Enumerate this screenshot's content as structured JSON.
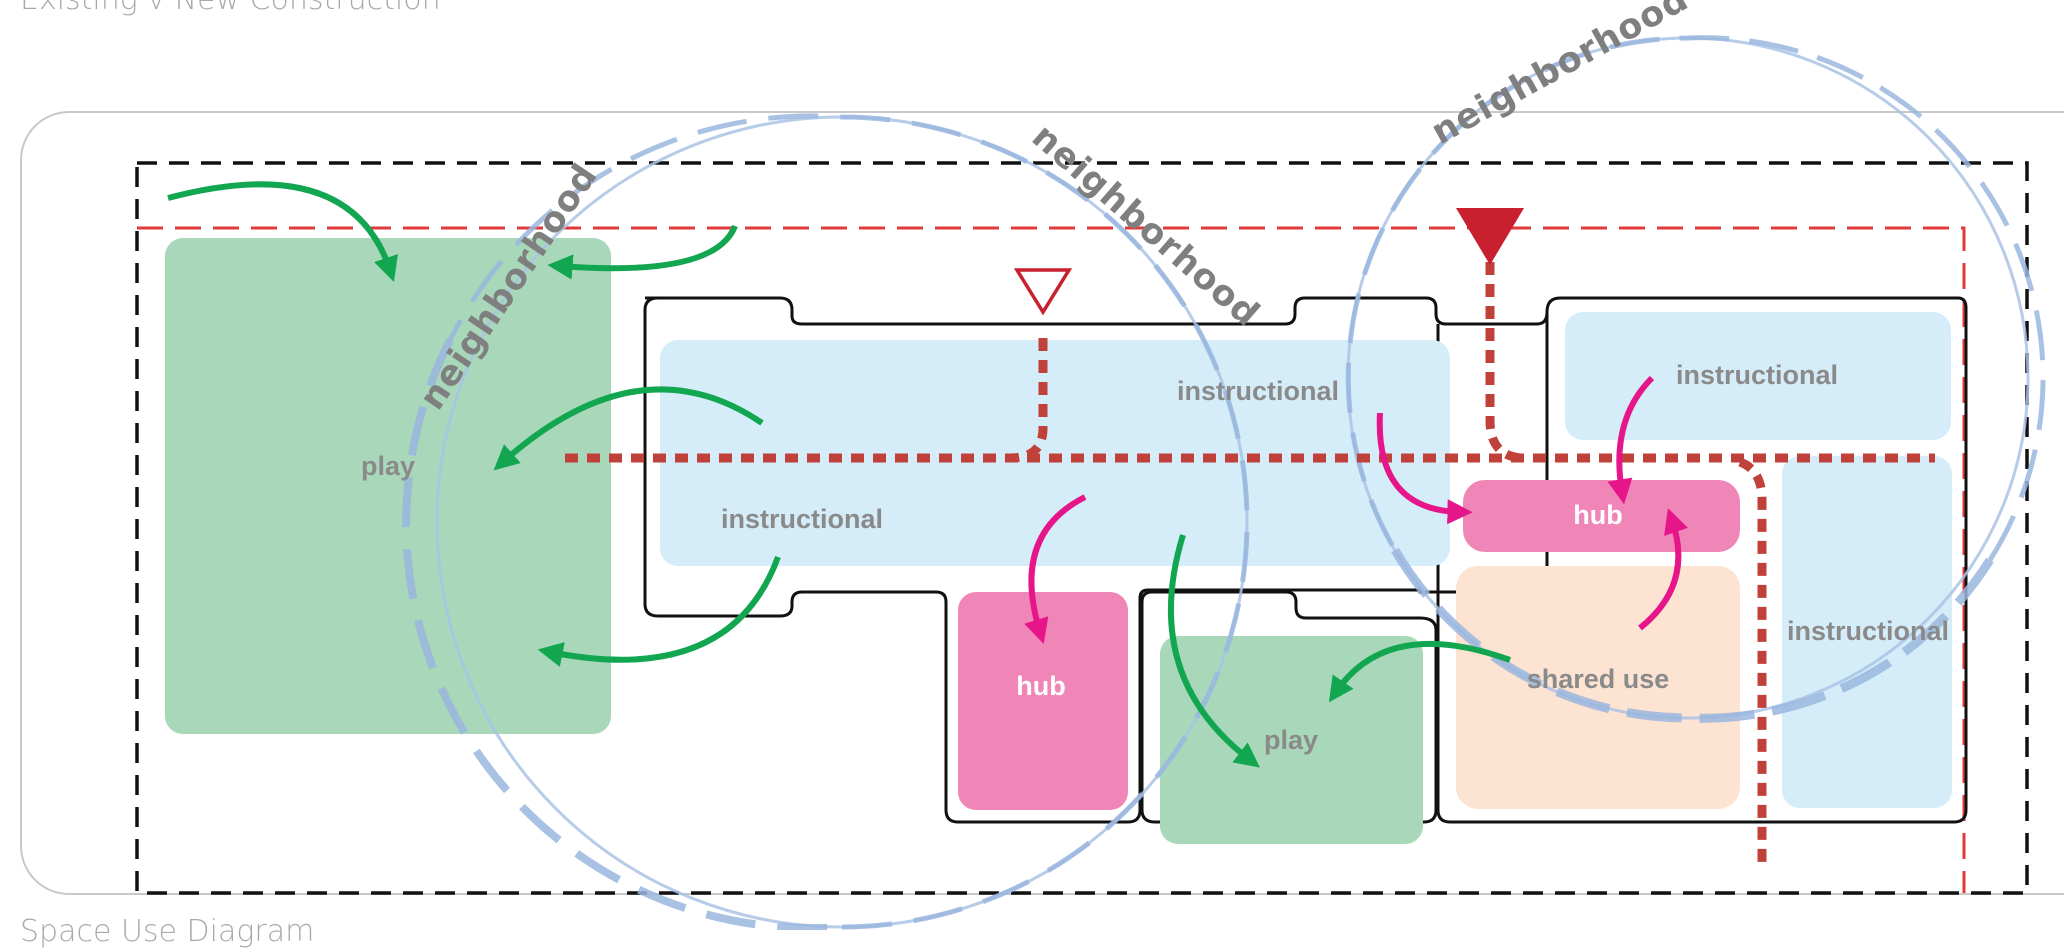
{
  "header": {
    "caption": "Existing v New Construction"
  },
  "footer": {
    "caption": "Space Use Diagram"
  },
  "zones": {
    "play_large": "play",
    "play_small": "play",
    "instructional_main_upper": "instructional",
    "instructional_main_lower": "instructional",
    "instructional_right_top": "instructional",
    "instructional_right_side": "instructional",
    "hub_center": "hub",
    "hub_right": "hub",
    "shared_use": "shared use"
  },
  "neighborhoods": {
    "left_arc_label": "neighborhood",
    "center_arc_label": "neighborhood",
    "right_arc_label": "neighborhood"
  },
  "colors": {
    "play": "#a8d8b9",
    "instructional": "#d4edf9",
    "hub": "#f086b8",
    "shared_use": "#fde3d2",
    "neighborhood_circle": "#a9c3e5",
    "circulation": "#c0403a",
    "site_boundary": "#111111",
    "red_boundary": "#e03a3a",
    "flow_arrow_green": "#12a651",
    "flow_arrow_pink": "#e6158a",
    "entry_marker": "#c8202f"
  }
}
